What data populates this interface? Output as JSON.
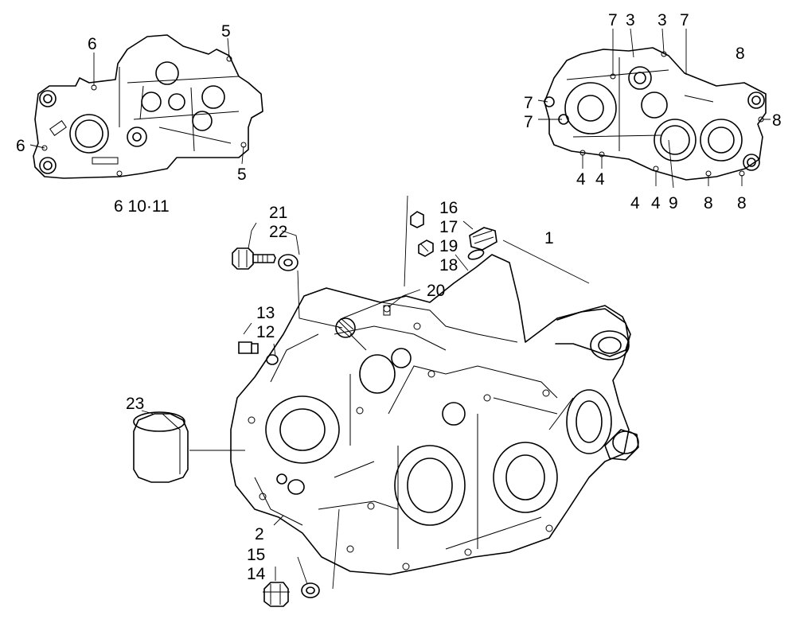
{
  "diagram": {
    "left_inset_caption": "6  10·11",
    "callouts": {
      "c1": "1",
      "c2": "2",
      "c3a": "3",
      "c3b": "3",
      "c4a": "4",
      "c4b": "4",
      "c4c": "4",
      "c4d": "4",
      "c5a": "5",
      "c5b": "5",
      "c6a": "6",
      "c6b": "6",
      "c7a": "7",
      "c7b": "7",
      "c7c": "7",
      "c7d": "7",
      "c8a": "8",
      "c8b": "8",
      "c8c": "8",
      "c8d": "8",
      "c9": "9",
      "c12": "12",
      "c13": "13",
      "c14": "14",
      "c15": "15",
      "c16": "16",
      "c17": "17",
      "c18": "18",
      "c19": "19",
      "c20": "20",
      "c21": "21",
      "c22": "22",
      "c23": "23"
    }
  }
}
